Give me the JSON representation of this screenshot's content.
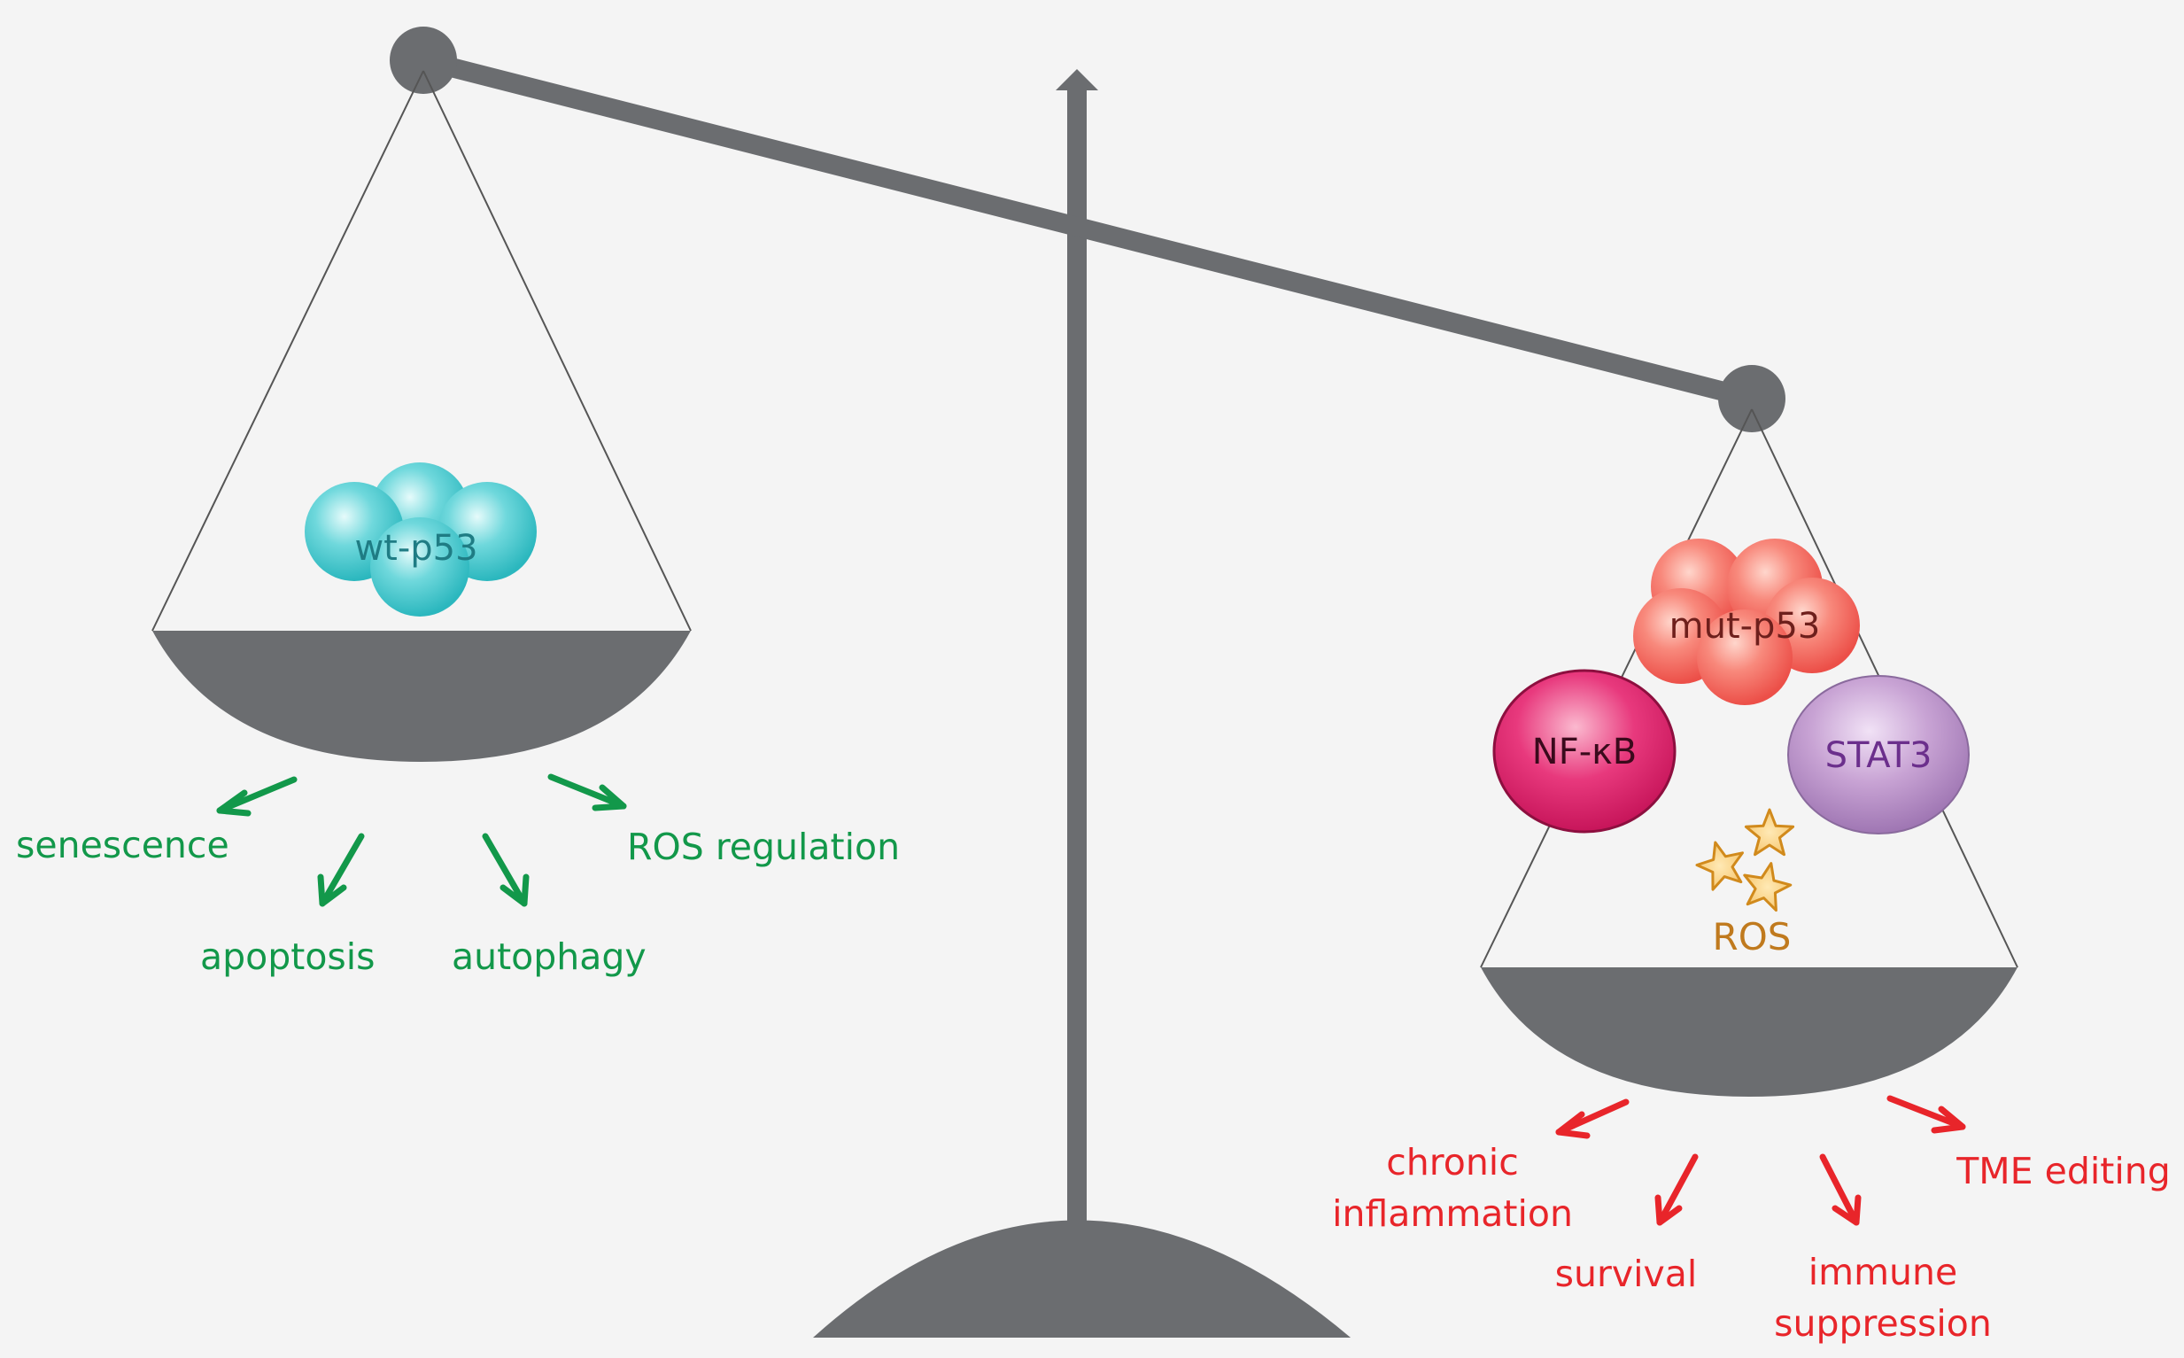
{
  "colors": {
    "background": "#f4f4f4",
    "scale": "#6b6d70",
    "wt_p53": "#3bc6cc",
    "mut_p53": "#f0645c",
    "nfkb": "#d8246a",
    "stat3": "#b58fc4",
    "ros": "#e8a53a",
    "good_outcome": "#12984a",
    "bad_outcome": "#e8252a"
  },
  "left_pan": {
    "molecule_label": "wt-p53",
    "outcomes": [
      "senescence",
      "apoptosis",
      "autophagy",
      "ROS regulation"
    ]
  },
  "right_pan": {
    "molecule_label": "mut-p53",
    "factors": [
      "NF-κB",
      "STAT3"
    ],
    "ros_label": "ROS",
    "outcomes": {
      "chronic_line1": "chronic",
      "chronic_line2": "inflammation",
      "survival": "survival",
      "immune_line1": "immune",
      "immune_line2": "suppression",
      "tme": "TME editing"
    }
  }
}
